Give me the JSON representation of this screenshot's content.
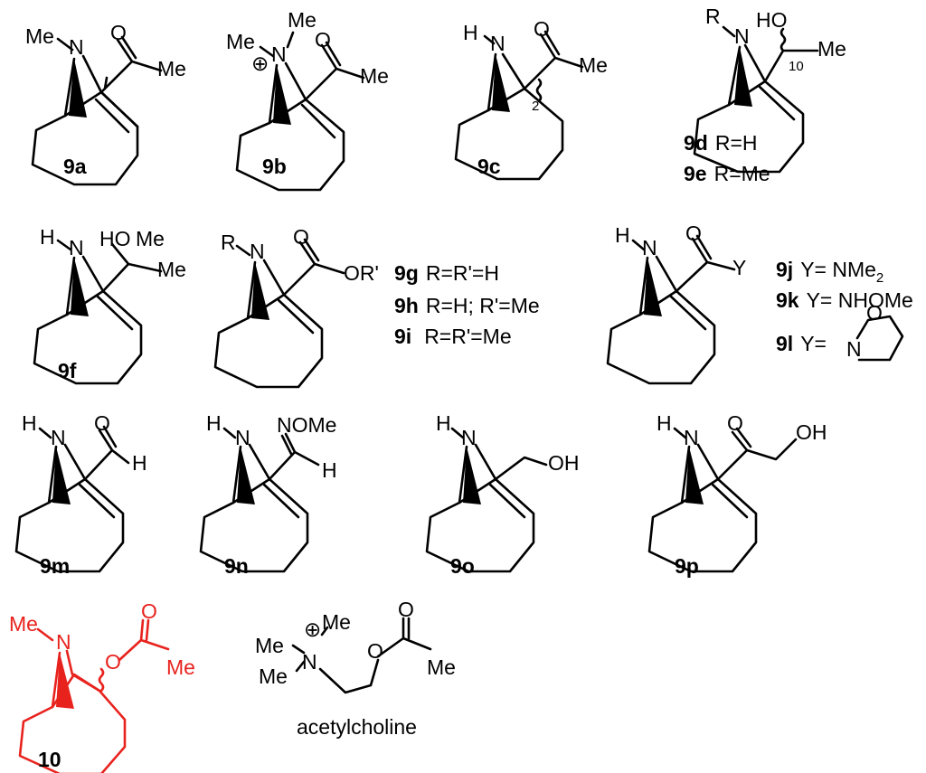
{
  "compounds": {
    "c9a": {
      "label": "9a",
      "n_sub": "Me",
      "carbonyl_o": "O",
      "acyl": "Me"
    },
    "c9b": {
      "label": "9b",
      "n_sub1": "Me",
      "n_sub2": "Me",
      "charge": "⊕",
      "carbonyl_o": "O",
      "acyl": "Me"
    },
    "c9c": {
      "label": "9c",
      "nh": "H",
      "carbonyl_o": "O",
      "acyl": "Me",
      "locant": "2"
    },
    "c9de": {
      "label_d": "9d",
      "label_e": "9e",
      "r": "R",
      "oh": "HO",
      "me": "Me",
      "locant": "10",
      "def_d": "R=H",
      "def_e": "R=Me"
    },
    "c9f": {
      "label": "9f",
      "nh": "H",
      "oh": "HO",
      "me1": "Me",
      "me2": "Me"
    },
    "c9ghi": {
      "r": "R",
      "carbonyl_o": "O",
      "ester": "OR'",
      "label_g": "9g",
      "label_h": "9h",
      "label_i": "9i",
      "def_g": "R=R'=H",
      "def_h": "R=H; R'=Me",
      "def_i": "R=R'=Me"
    },
    "c9jkl": {
      "nh": "H",
      "carbonyl_o": "O",
      "y": "Y",
      "label_j": "9j",
      "label_k": "9k",
      "label_l": "9l",
      "def_j_prefix": "Y= NMe",
      "def_j_sub": "2",
      "def_k": "Y= NHOMe",
      "def_l_prefix": "Y=",
      "ring_o": "O",
      "ring_n": "N"
    },
    "c9m": {
      "label": "9m",
      "nh": "H",
      "carbonyl_o": "O",
      "ald_h": "H"
    },
    "c9n": {
      "label": "9n",
      "nh": "H",
      "oxime": "NOMe",
      "ald_h": "H"
    },
    "c9o": {
      "label": "9o",
      "nh": "H",
      "oh": "OH"
    },
    "c9p": {
      "label": "9p",
      "nh": "H",
      "carbonyl_o": "O",
      "oh": "OH"
    },
    "c10": {
      "label": "10",
      "n_sub": "Me",
      "ester_o": "O",
      "carbonyl_o": "O",
      "acyl": "Me"
    },
    "ach": {
      "name": "acetylcholine",
      "me1": "Me",
      "me2": "Me",
      "me3": "Me",
      "charge": "⊕",
      "ester_o": "O",
      "carbonyl_o": "O",
      "acyl": "Me"
    }
  },
  "colors": {
    "ink": "#000000",
    "highlight": "#e8231e",
    "background": "#ffffff"
  }
}
